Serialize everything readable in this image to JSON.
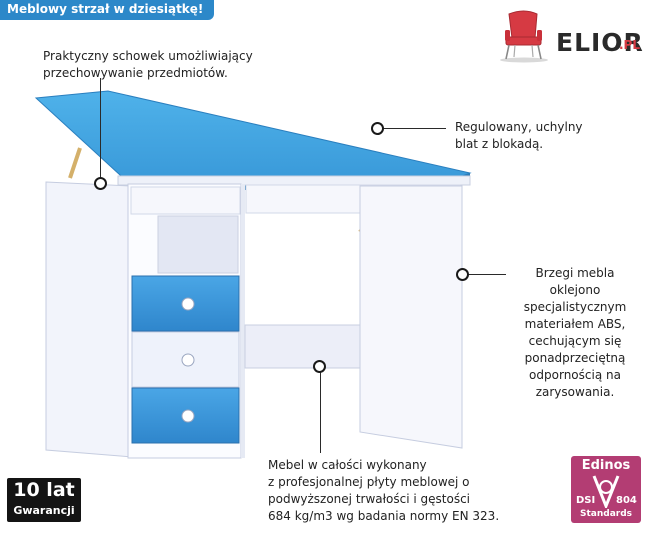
{
  "banner": {
    "text": "Meblowy strzał w dziesiątkę!"
  },
  "logo": {
    "brand": "ELIOR",
    "suffix": ".PL",
    "accent_color": "#d63a43"
  },
  "callouts": {
    "storage": [
      "Praktyczny schowek umożliwiający",
      "przechowywanie przedmiotów."
    ],
    "tilt": [
      "Regulowany, uchylny",
      "blat z blokadą."
    ],
    "edges": [
      "Brzegi mebla",
      "oklejono",
      "specjalistycznym",
      "materiałem ABS,",
      "cechującym się",
      "ponadprzeciętną",
      "odpornością na",
      "zarysowania."
    ],
    "material": [
      "Mebel w całości wykonany",
      "z profesjonalnej płyty meblowej o",
      "podwyższonej trwałości i gęstości",
      "684 kg/m3 wg badania normy EN 323."
    ]
  },
  "warranty": {
    "years": "10 lat",
    "label": "Gwarancji"
  },
  "certificate": {
    "name": "Edinos",
    "dsi": "DSI",
    "number": "804",
    "standards": "Standards"
  },
  "colors": {
    "banner": "#2c88c9",
    "desk_top": "#3ea3e0",
    "drawer_blue": "#3b97dc",
    "body": "#ffffff",
    "certificate": "#b33d73",
    "warranty_badge": "#141414"
  },
  "icons": [
    "chair-logo-icon",
    "callout-dot-icon",
    "drawer-knob-icon"
  ]
}
